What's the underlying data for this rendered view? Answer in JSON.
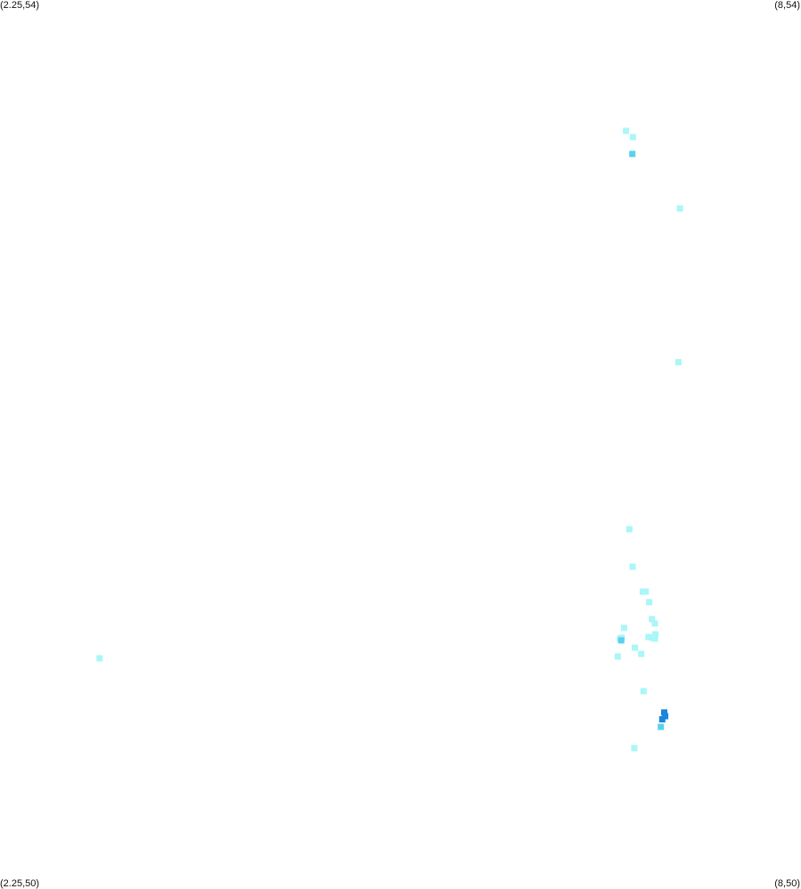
{
  "corners": {
    "top_left": "(2.25,54)",
    "top_right": "(8,54)",
    "bottom_left": "(2.25,50)",
    "bottom_right": "(8,50)"
  },
  "extent": {
    "lon_min": 2.25,
    "lon_max": 8,
    "lat_min": 50,
    "lat_max": 54
  },
  "colors": {
    "background": "#ffffff",
    "low": "#aaf6f8",
    "mid": "#5cd0ee",
    "high": "#1a86dc"
  },
  "cells": [
    {
      "lon": 6.744,
      "lat": 53.41,
      "level": "low"
    },
    {
      "lon": 6.794,
      "lat": 53.382,
      "level": "low"
    },
    {
      "lon": 6.789,
      "lat": 53.306,
      "level": "mid"
    },
    {
      "lon": 7.131,
      "lat": 53.06,
      "level": "low"
    },
    {
      "lon": 7.12,
      "lat": 52.367,
      "level": "low"
    },
    {
      "lon": 6.768,
      "lat": 51.614,
      "level": "low"
    },
    {
      "lon": 6.792,
      "lat": 51.445,
      "level": "low"
    },
    {
      "lon": 6.864,
      "lat": 51.333,
      "level": "low"
    },
    {
      "lon": 6.885,
      "lat": 51.333,
      "level": "low"
    },
    {
      "lon": 6.91,
      "lat": 51.285,
      "level": "low"
    },
    {
      "lon": 6.93,
      "lat": 51.209,
      "level": "low"
    },
    {
      "lon": 6.951,
      "lat": 51.189,
      "level": "low"
    },
    {
      "lon": 6.955,
      "lat": 51.14,
      "level": "low"
    },
    {
      "lon": 6.905,
      "lat": 51.128,
      "level": "low"
    },
    {
      "lon": 6.929,
      "lat": 51.125,
      "level": "low"
    },
    {
      "lon": 6.951,
      "lat": 51.121,
      "level": "low"
    },
    {
      "lon": 6.73,
      "lat": 51.169,
      "level": "low"
    },
    {
      "lon": 6.713,
      "lat": 51.125,
      "level": "low"
    },
    {
      "lon": 6.701,
      "lat": 51.12,
      "level": "low"
    },
    {
      "lon": 6.709,
      "lat": 51.113,
      "level": "mid"
    },
    {
      "lon": 6.685,
      "lat": 51.04,
      "level": "low"
    },
    {
      "lon": 6.808,
      "lat": 51.08,
      "level": "low"
    },
    {
      "lon": 6.853,
      "lat": 51.052,
      "level": "low"
    },
    {
      "lon": 2.965,
      "lat": 51.032,
      "level": "low"
    },
    {
      "lon": 6.87,
      "lat": 50.884,
      "level": "low"
    },
    {
      "lon": 6.803,
      "lat": 50.627,
      "level": "low"
    },
    {
      "lon": 7.018,
      "lat": 50.788,
      "level": "high"
    },
    {
      "lon": 7.025,
      "lat": 50.771,
      "level": "high"
    },
    {
      "lon": 7.004,
      "lat": 50.757,
      "level": "high"
    },
    {
      "lon": 6.994,
      "lat": 50.723,
      "level": "mid"
    }
  ]
}
